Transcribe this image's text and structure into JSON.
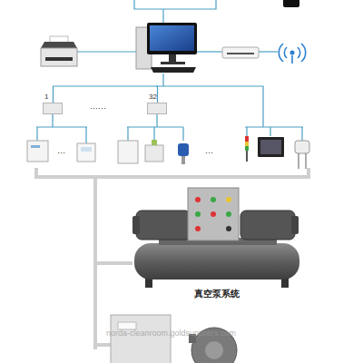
{
  "diagram": {
    "nodes": [
      {
        "text": [
          "1"
        ]
      },
      {
        "text": [
          "32"
        ]
      }
    ],
    "edges": [
      {
        "from": 0,
        "to": 1,
        "arrow": "none"
      }
    ],
    "labels": [
      "……",
      "…",
      "…",
      "真空泵系统",
      "norda-cleanroom.goldsuppliers.com"
    ]
  }
}
